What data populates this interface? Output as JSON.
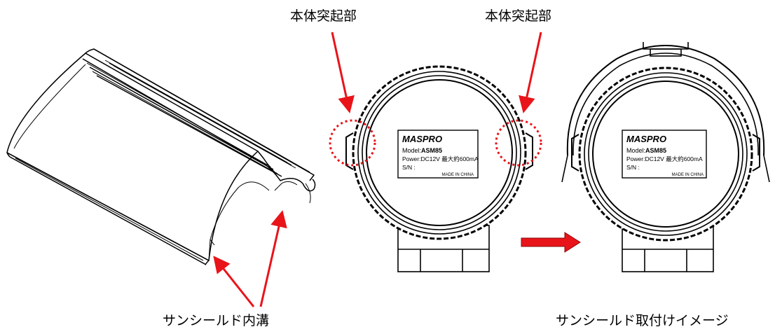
{
  "labels": {
    "protrusion_left": "本体突起部",
    "protrusion_right": "本体突起部",
    "groove": "サンシールド内溝",
    "install_image": "サンシールド取付けイメージ"
  },
  "product_label": {
    "brand": "MASPRO",
    "model_prefix": "Model:",
    "model_value": "ASM85",
    "power": "Power:DC12V 最大約600mA",
    "serial": "S/N  :",
    "origin": "MADE IN CHINA"
  },
  "colors": {
    "callout": "#e8141a",
    "line": "#000000"
  }
}
